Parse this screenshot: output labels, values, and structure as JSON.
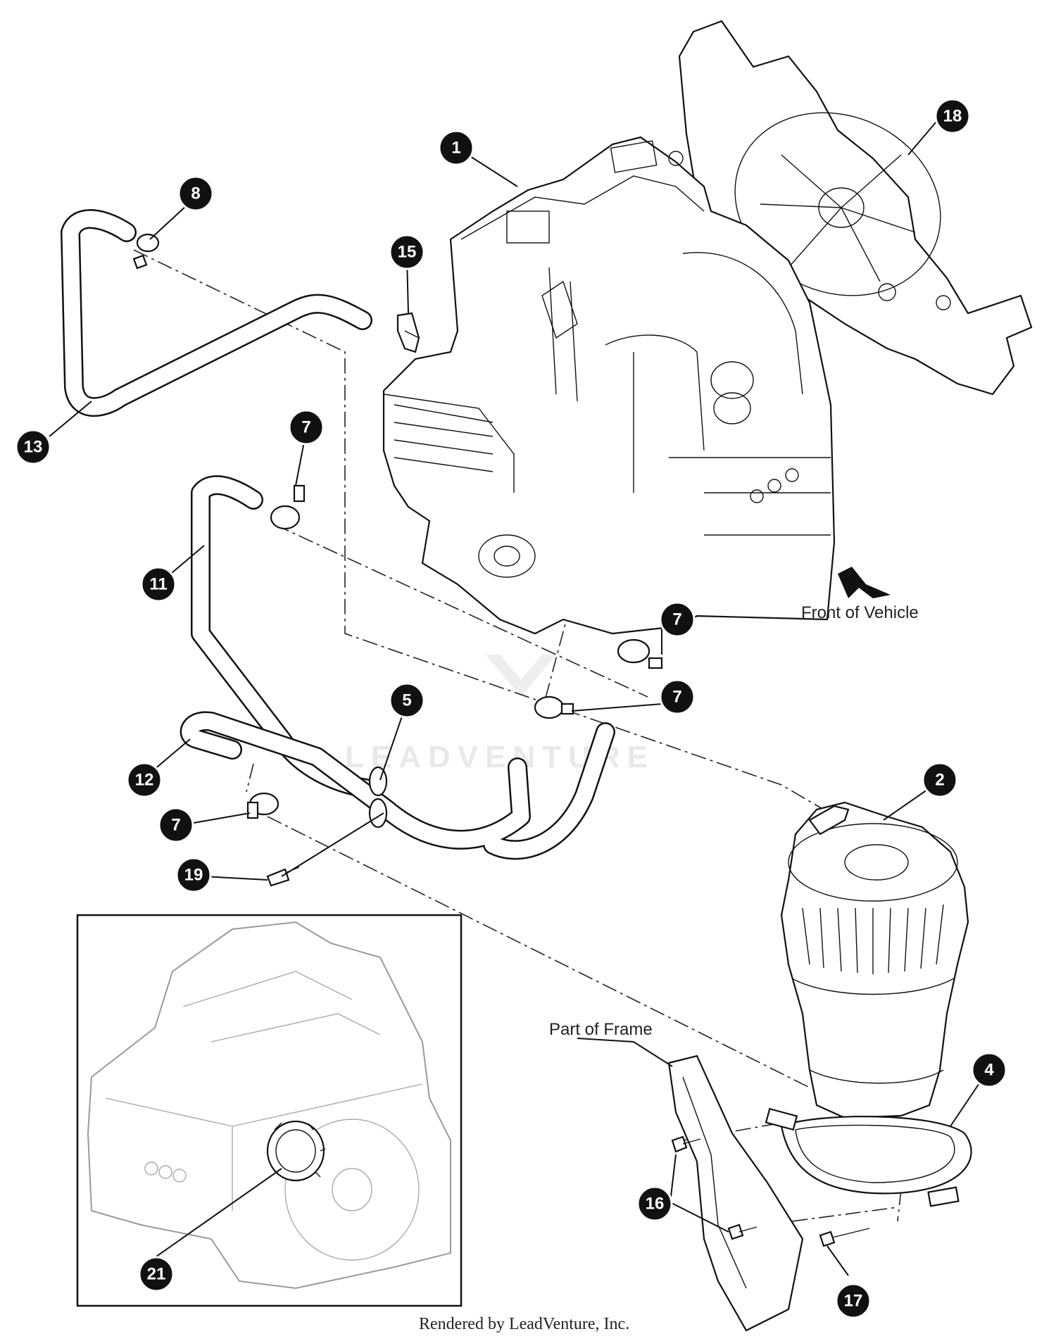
{
  "callouts": [
    {
      "id": "1",
      "label": "1"
    },
    {
      "id": "2",
      "label": "2"
    },
    {
      "id": "4",
      "label": "4"
    },
    {
      "id": "5",
      "label": "5"
    },
    {
      "id": "7a",
      "label": "7"
    },
    {
      "id": "7b",
      "label": "7"
    },
    {
      "id": "7c",
      "label": "7"
    },
    {
      "id": "7d",
      "label": "7"
    },
    {
      "id": "8",
      "label": "8"
    },
    {
      "id": "11",
      "label": "11"
    },
    {
      "id": "12",
      "label": "12"
    },
    {
      "id": "13",
      "label": "13"
    },
    {
      "id": "15",
      "label": "15"
    },
    {
      "id": "16",
      "label": "16"
    },
    {
      "id": "17",
      "label": "17"
    },
    {
      "id": "18",
      "label": "18"
    },
    {
      "id": "19",
      "label": "19"
    },
    {
      "id": "21",
      "label": "21"
    }
  ],
  "labels": {
    "front_of_vehicle": "Front of Vehicle",
    "part_of_frame": "Part of Frame"
  },
  "footer": "Rendered by LeadVenture, Inc.",
  "watermark": "LEADVENTURE"
}
